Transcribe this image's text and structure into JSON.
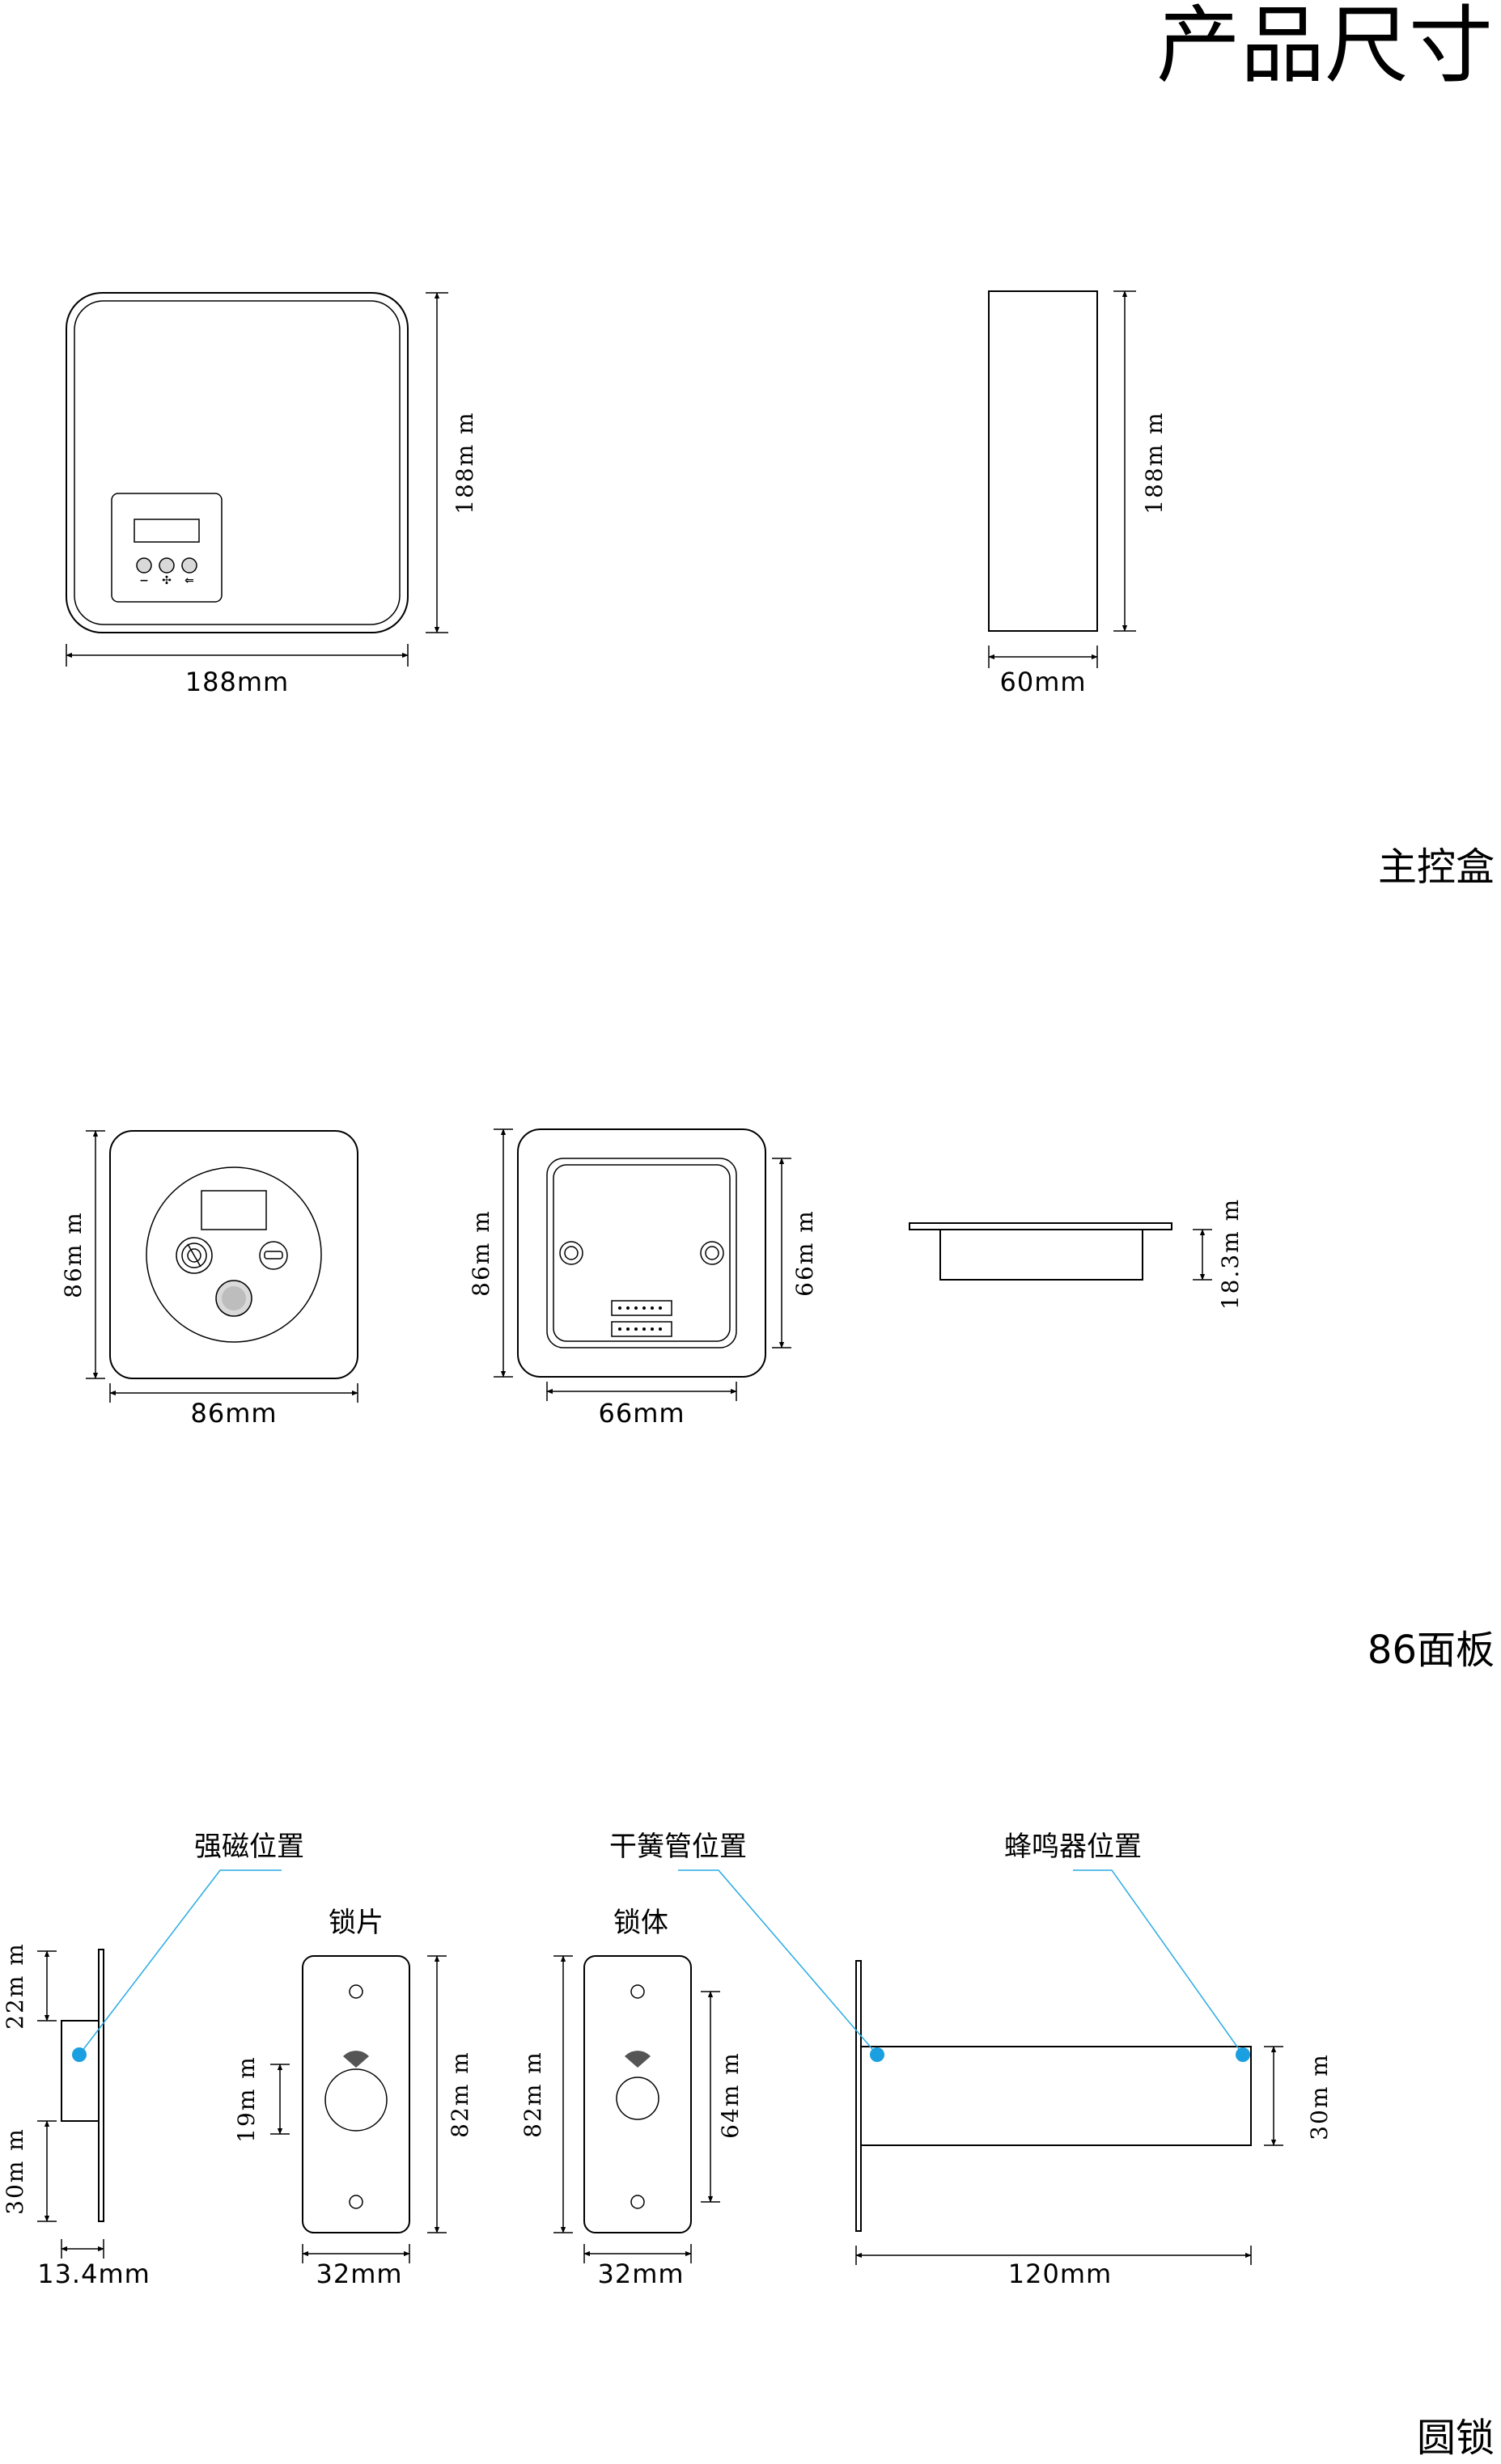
{
  "page_title": "产品尺寸",
  "sections": {
    "main_box": "主控盒",
    "panel_86": "86面板",
    "round_lock": "圆锁"
  },
  "main_box": {
    "front_width": "188mm",
    "front_height": "188m m",
    "side_depth": "60mm",
    "side_height": "188m m",
    "keypad_keys": [
      "−",
      "✣",
      "⇐"
    ]
  },
  "panel_86": {
    "front_width": "86mm",
    "front_height": "86m m",
    "back_width": "66mm",
    "back_outer_height": "86m m",
    "back_inner_height": "66m m",
    "side_depth": "18.3m m"
  },
  "round_lock": {
    "labels": {
      "magnet": "强磁位置",
      "reed": "干簧管位置",
      "buzzer": "蜂鸣器位置",
      "plate": "锁片",
      "body": "锁体"
    },
    "magnet_side": {
      "top": "22m m",
      "bottom": "30m m",
      "width": "13.4mm"
    },
    "plate": {
      "inner": "19m m",
      "height": "82m m",
      "width": "32mm"
    },
    "body": {
      "height": "82m m",
      "inner": "64m m",
      "width": "32mm"
    },
    "side": {
      "length": "120mm",
      "height": "30m m"
    }
  },
  "colors": {
    "lead_line": "#29abe2",
    "marker_dot": "#1a9fe0"
  }
}
